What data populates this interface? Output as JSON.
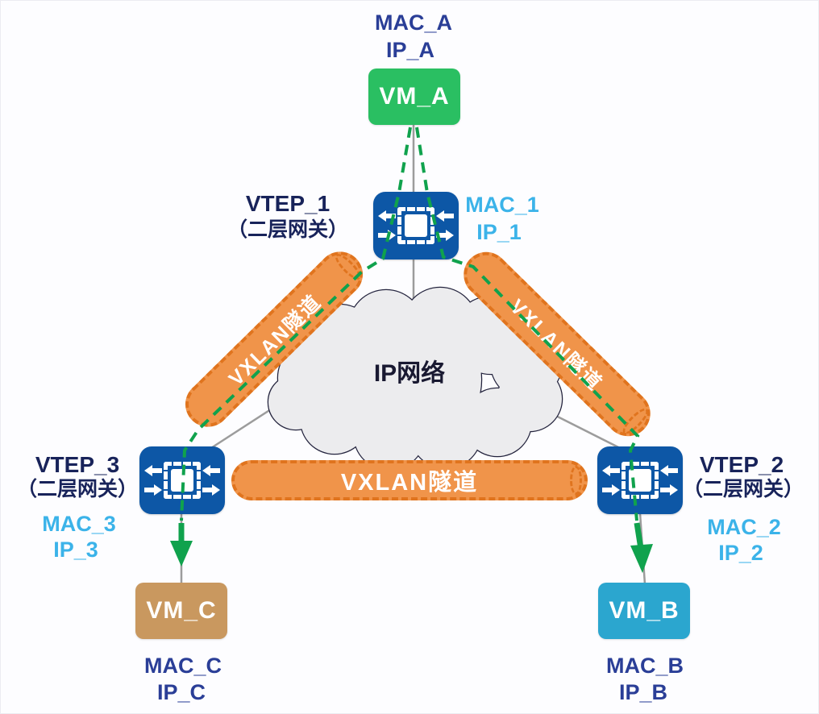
{
  "nodes": {
    "vm_a": {
      "label": "VM_A",
      "mac": "MAC_A",
      "ip": "IP_A"
    },
    "vm_b": {
      "label": "VM_B",
      "mac": "MAC_B",
      "ip": "IP_B"
    },
    "vm_c": {
      "label": "VM_C",
      "mac": "MAC_C",
      "ip": "IP_C"
    },
    "vtep_1": {
      "name": "VTEP_1",
      "role": "（二层网关）",
      "mac": "MAC_1",
      "ip": "IP_1"
    },
    "vtep_2": {
      "name": "VTEP_2",
      "role": "（二层网关）",
      "mac": "MAC_2",
      "ip": "IP_2"
    },
    "vtep_3": {
      "name": "VTEP_3",
      "role": "（二层网关）",
      "mac": "MAC_3",
      "ip": "IP_3"
    }
  },
  "cloud": {
    "label": "IP网络"
  },
  "tunnels": {
    "left": {
      "label": "VXLAN隧道"
    },
    "right": {
      "label": "VXLAN隧道"
    },
    "bottom": {
      "label": "VXLAN隧道"
    }
  },
  "colors": {
    "vm_a_fill": "#2abf62",
    "vm_b_fill": "#2ba6cf",
    "vm_c_fill": "#c9985f",
    "vtep_fill": "#0d57a6",
    "tunnel_fill": "#f0944a",
    "tunnel_border": "#e0741e",
    "flow_green": "#10a24d",
    "cloud_fill": "#ececee",
    "cloud_outline": "#23233d",
    "vm_addr_text": "#2a3e97",
    "vtep_addr_text": "#3bb3e9",
    "vtep_name_text": "#18235a",
    "connector_gray": "#9c9c9c"
  }
}
